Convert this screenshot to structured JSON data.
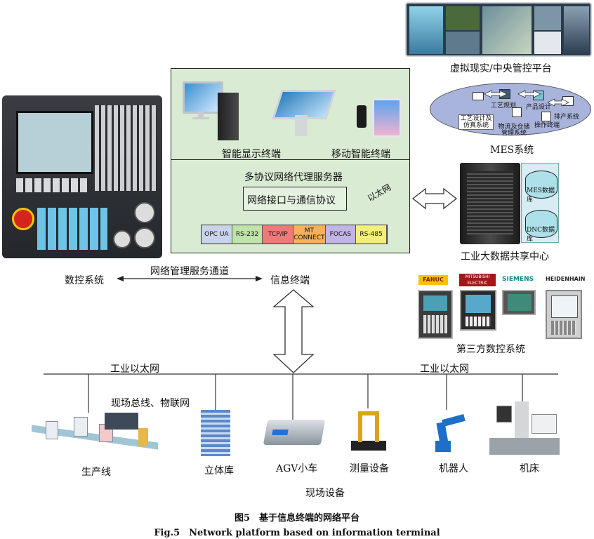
{
  "cnc": {
    "label": "数控系统"
  },
  "network_channel": {
    "label": "网络管理服务通道"
  },
  "info_terminal": {
    "label": "信息终端"
  },
  "smart_display": {
    "label": "智能显示终端"
  },
  "mobile_terminal": {
    "label": "移动智能终端"
  },
  "proxy_server": {
    "title": "多协议网络代理服务器",
    "interface_label": "网络接口与通信协议",
    "ethernet_label": "以太网",
    "protocols": [
      {
        "label": "OPC UA",
        "color": "#c9d3ea"
      },
      {
        "label": "RS-232",
        "color": "#bfe3a8"
      },
      {
        "label": "TCP/IP",
        "color": "#f07a7a"
      },
      {
        "label": "MT\nCONNECT",
        "color": "#f6b15a"
      },
      {
        "label": "FOCAS",
        "color": "#c2b4e6"
      },
      {
        "label": "RS-485",
        "color": "#f3ef7a"
      }
    ]
  },
  "vr_center": {
    "label": "虚拟现实/中央管控平台"
  },
  "mes": {
    "label": "MES系统",
    "nodes": [
      "工艺规划",
      "产品设计",
      "排产系统",
      "工艺设计及仿真系统",
      "物流及仓储管理系统",
      "操作终端"
    ]
  },
  "big_data": {
    "label": "工业大数据共享中心",
    "db1": "MES数据库",
    "db2": "DNC数据库"
  },
  "third_party": {
    "label": "第三方数控系统",
    "brands": [
      "FANUC",
      "MITSUBISHI ELECTRIC",
      "SIEMENS",
      "HEIDENHAIN"
    ]
  },
  "ethernet_bus": {
    "left_label": "工业以太网",
    "right_label": "工业以太网"
  },
  "fieldbus": {
    "label": "现场总线、物联网"
  },
  "field_devices": {
    "group_label": "现场设备",
    "items": [
      "生产线",
      "立体库",
      "AGV小车",
      "测量设备",
      "机器人",
      "机床"
    ]
  },
  "caption": {
    "cn": "图5　基于信息终端的网络平台",
    "en": "Fig.5　Network platform based on information terminal"
  },
  "colors": {
    "green_panel": "#d9ebd3",
    "mes_ellipse": "#a9b4dc",
    "arrow_stroke": "#333333"
  }
}
